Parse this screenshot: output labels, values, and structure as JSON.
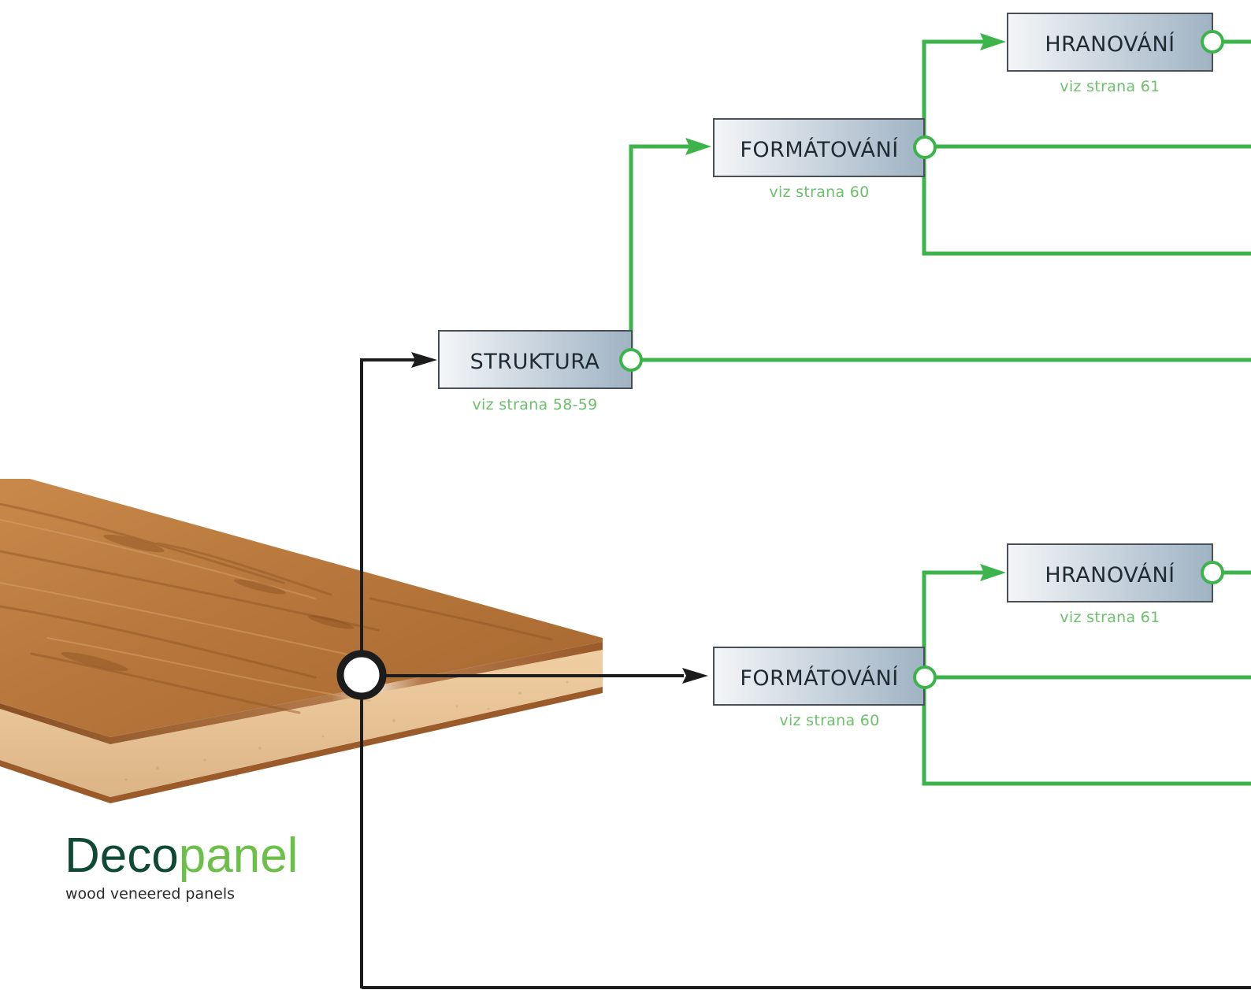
{
  "colors": {
    "green_line": "#3cb44b",
    "black_line": "#1c1c1c",
    "box_gradient_start": "#f4f6f8",
    "box_gradient_end": "#9fb3c4",
    "ref_text": "#6cc06c",
    "brand_dark": "#0f4a37",
    "brand_light": "#6cc04a"
  },
  "nodes": {
    "struktura": {
      "label": "STRUKTURA",
      "ref": "viz strana 58-59"
    },
    "formatovani_top": {
      "label": "FORMÁTOVÁNÍ",
      "ref": "viz strana 60"
    },
    "hranovani_top": {
      "label": "HRANOVÁNÍ",
      "ref": "viz strana 61"
    },
    "formatovani_bottom": {
      "label": "FORMÁTOVÁNÍ",
      "ref": "viz strana 60"
    },
    "hranovani_bottom": {
      "label": "HRANOVÁNÍ",
      "ref": "viz strana 61"
    }
  },
  "brand": {
    "part1": "Deco",
    "part2": "panel",
    "tagline": "wood veneered panels"
  },
  "icons": {
    "panel": "wood-veneered-panel-illustration",
    "start_node": "circle-node-icon",
    "connector": "circle-connector-icon",
    "arrow": "arrow-head-icon"
  }
}
